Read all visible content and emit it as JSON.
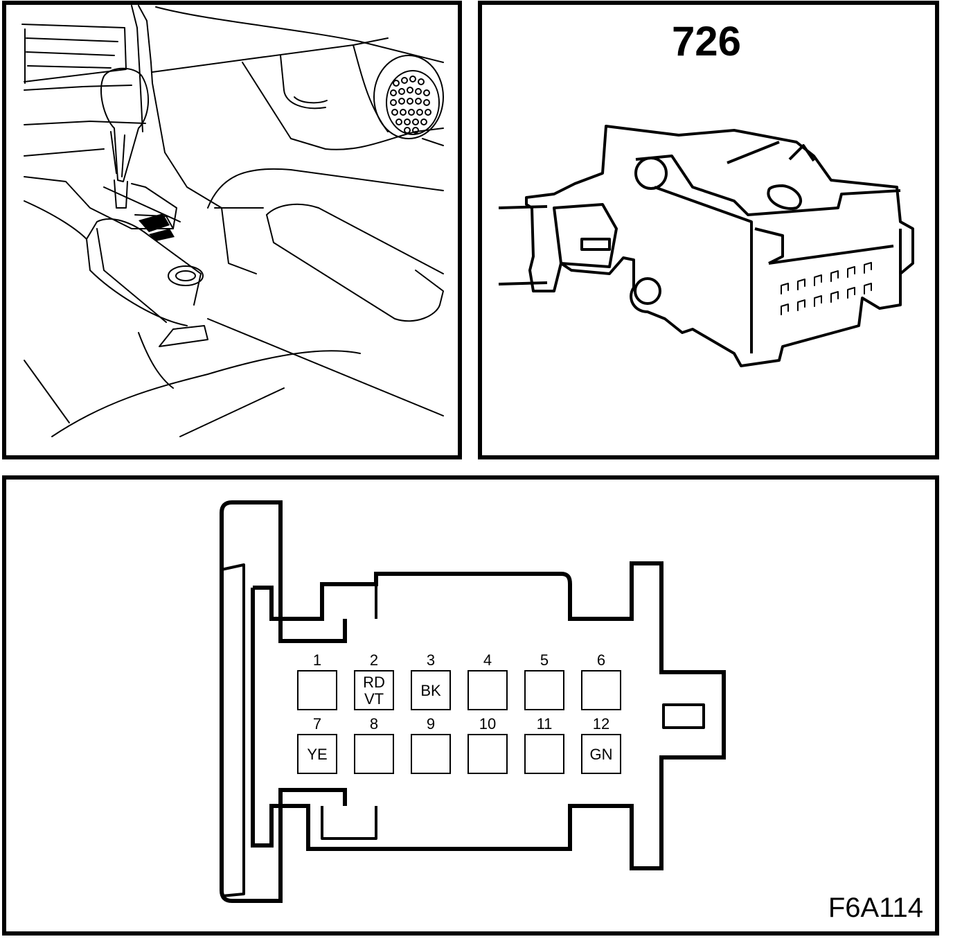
{
  "connector": {
    "number": "726",
    "figure_code": "F6A114"
  },
  "pins": [
    {
      "num": "1",
      "color": ""
    },
    {
      "num": "2",
      "color": "RD\nVT"
    },
    {
      "num": "3",
      "color": "BK"
    },
    {
      "num": "4",
      "color": ""
    },
    {
      "num": "5",
      "color": ""
    },
    {
      "num": "6",
      "color": ""
    },
    {
      "num": "7",
      "color": "YE"
    },
    {
      "num": "8",
      "color": ""
    },
    {
      "num": "9",
      "color": ""
    },
    {
      "num": "10",
      "color": ""
    },
    {
      "num": "11",
      "color": ""
    },
    {
      "num": "12",
      "color": "GN"
    }
  ]
}
